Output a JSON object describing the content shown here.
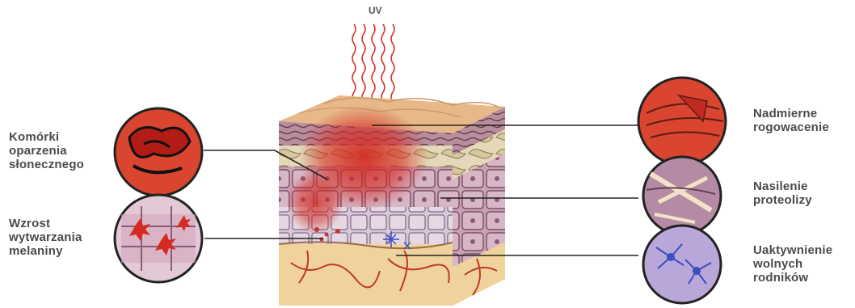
{
  "diagram": {
    "uv_label": "UV",
    "labels_left": [
      {
        "id": "sunburn-cells",
        "text": "Komórki\noparzenia\nsłonecznego"
      },
      {
        "id": "melanin",
        "text": "Wzrost\nwytwarzania\nmelaniny"
      }
    ],
    "labels_right": [
      {
        "id": "hyperkeratosis",
        "text": "Nadmierne\nrogowacenie"
      },
      {
        "id": "proteolysis",
        "text": "Nasilenie\nproteolizy"
      },
      {
        "id": "free-radicals",
        "text": "Uaktywnienie\nwolnych\nrodników"
      }
    ]
  },
  "colors": {
    "uv_rays": "#d9362b",
    "burn": "#d42a22",
    "leader_line": "#222222",
    "skin_top": "#e7b98a",
    "dermis": "#f0d39c",
    "vessel": "#c0392b",
    "free_radical": "#3a4fc0"
  }
}
